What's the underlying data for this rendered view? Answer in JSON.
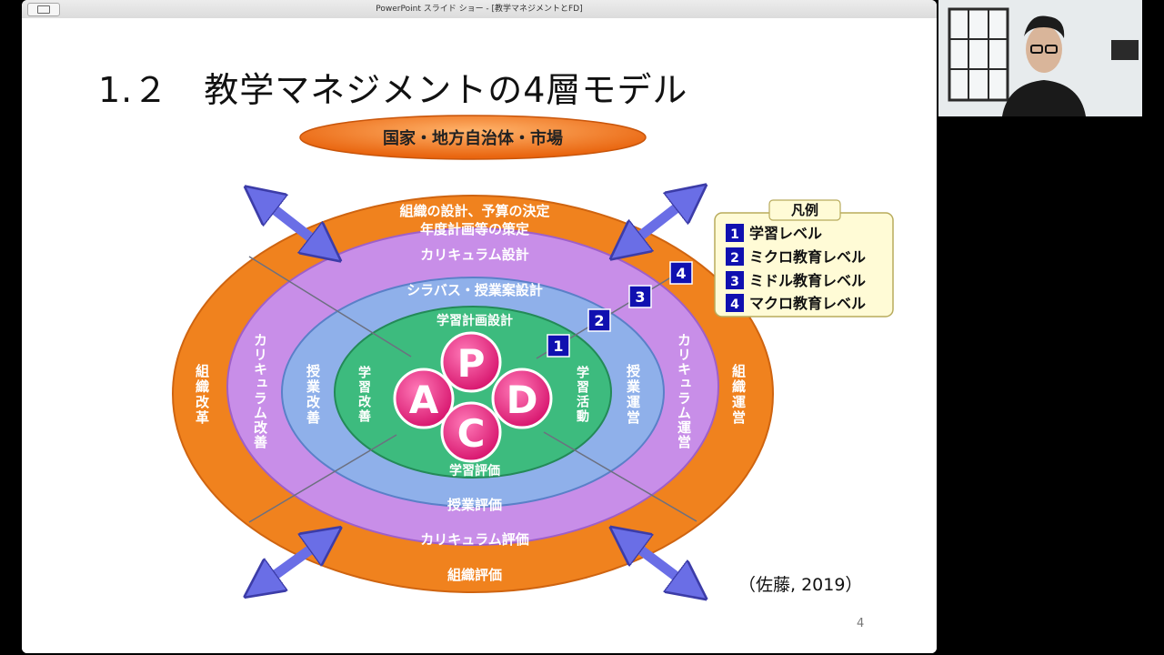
{
  "window": {
    "title": "PowerPoint スライド ショー - [教学マネジメントとFD]"
  },
  "slide": {
    "title": "1.２　教学マネジメントの4層モデル",
    "number": "4",
    "citation": "（佐藤, 2019）"
  },
  "diagram": {
    "top_label": "国家・地方自治体・市場",
    "org_top_line1": "組織の設計、予算の決定",
    "org_top_line2": "年度計画等の策定",
    "curriculum_design": "カリキュラム設計",
    "syllabus_design": "シラバス・授業案設計",
    "learning_plan": "学習計画設計",
    "learning_activity": "学習活動",
    "learning_improvement": "学習改善",
    "learning_evaluation": "学習評価",
    "class_improvement": "授業改善",
    "class_operation": "授業運営",
    "class_evaluation": "授業評価",
    "curriculum_improvement": "カリキュラム改善",
    "curriculum_operation": "カリキュラム運営",
    "curriculum_evaluation": "カリキュラム評価",
    "org_reform": "組織改革",
    "org_operation": "組織運営",
    "org_evaluation": "組織評価",
    "pdca": {
      "p": "P",
      "d": "D",
      "c": "C",
      "a": "A"
    },
    "level_badges": [
      "1",
      "2",
      "3",
      "4"
    ]
  },
  "legend": {
    "title": "凡例",
    "items": [
      {
        "num": "1",
        "label": "学習レベル"
      },
      {
        "num": "2",
        "label": "ミクロ教育レベル"
      },
      {
        "num": "3",
        "label": "ミドル教育レベル"
      },
      {
        "num": "4",
        "label": "マクロ教育レベル"
      }
    ]
  },
  "colors": {
    "orange": "#f0821e",
    "purple": "#c88ee8",
    "blue": "#8fb0ea",
    "green": "#3dbb7e",
    "pink": "#e6287e",
    "badge": "#1010b0",
    "arrow": "#6a6ee6"
  }
}
